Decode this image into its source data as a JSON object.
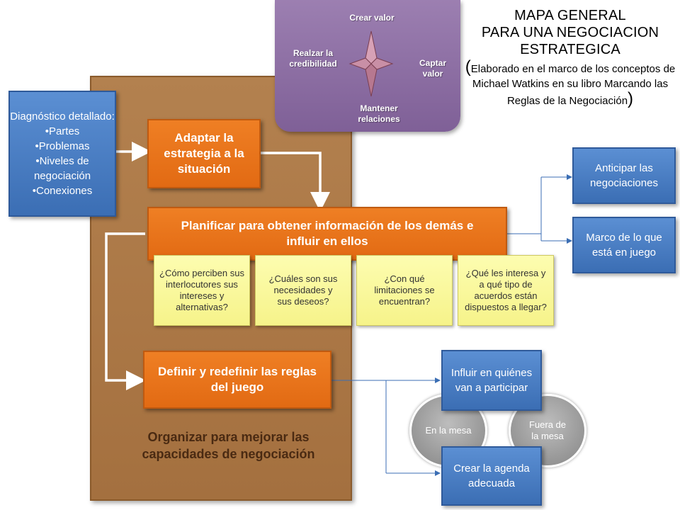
{
  "title": {
    "line1": "MAPA GENERAL",
    "line2": "PARA UNA NEGOCIACION",
    "line3": "ESTRATEGICA",
    "subtitle": "Elaborado en el marco de los conceptos de Michael Watkins en su libro Marcando las Reglas de la Negociación"
  },
  "compass": {
    "north": "Crear  valor",
    "west": "Realzar la credibilidad",
    "east": "Captar valor",
    "south": "Mantener relaciones"
  },
  "diagnostico": {
    "heading": "Diagnóstico detallado:",
    "items": [
      "•Partes",
      "•Problemas",
      "•Niveles de negociación",
      "•Conexiones"
    ]
  },
  "orange": {
    "adaptar": "Adaptar la estrategia a la situación",
    "planificar": "Planificar para obtener información de los demás e influir en ellos",
    "definir": "Definir y redefinir las reglas del juego"
  },
  "questions": [
    "¿Cómo perciben sus interlocutores sus intereses  y alternativas?",
    "¿Cuáles son sus necesidades y sus deseos?",
    "¿Con qué limitaciones se encuentran?",
    "¿Qué les interesa y a qué tipo de acuerdos están dispuestos a llegar?"
  ],
  "panel_label": "Organizar para mejorar las capacidades de negociación",
  "right_boxes": {
    "anticipar": "Anticipar las negociaciones",
    "marco": "Marco de lo que está en juego",
    "influir": "Influir en quiénes van a participar",
    "agenda": "Crear la agenda adecuada"
  },
  "ovals": {
    "en_mesa": "En la mesa",
    "fuera_mesa": "Fuera de la mesa"
  },
  "colors": {
    "panel": "#a4703f",
    "orange": "#e26a13",
    "blue": "#3b6eb4",
    "yellow": "#f6f38a",
    "compass_box": "#7f6097"
  }
}
